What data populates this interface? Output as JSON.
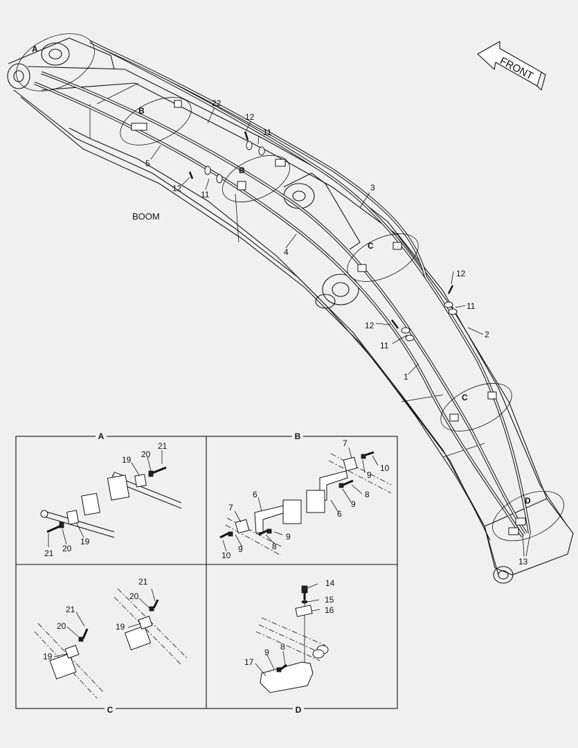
{
  "main_labels": {
    "boom": "BOOM",
    "front": "FRONT"
  },
  "callouts": {
    "A": "A",
    "B": "B",
    "C": "C",
    "D": "D",
    "n1": "1",
    "n2": "2",
    "n3": "3",
    "n4": "4",
    "n5": "5",
    "n11": "11",
    "n12": "12",
    "n13": "13",
    "n22": "22"
  },
  "panels": {
    "A": {
      "title": "A",
      "labels": {
        "n19a": "19",
        "n20a": "20",
        "n21a": "21",
        "n19b": "19",
        "n20b": "20",
        "n21b": "21"
      }
    },
    "B": {
      "title": "B",
      "labels": {
        "n7a": "7",
        "n9a": "9",
        "n10a": "10",
        "n8a": "8",
        "n9b": "9",
        "n6a": "6",
        "n7b": "7",
        "n6b": "6",
        "n9c": "9",
        "n8b": "8",
        "n9d": "9",
        "n10b": "10"
      }
    },
    "C": {
      "title": "C",
      "labels": {
        "n21a": "21",
        "n20a": "20",
        "n19a": "19",
        "n21b": "21",
        "n20b": "20",
        "n19b": "19"
      }
    },
    "D": {
      "title": "D",
      "labels": {
        "n14": "14",
        "n15": "15",
        "n16": "16",
        "n9": "9",
        "n8": "8",
        "n17": "17"
      }
    }
  }
}
